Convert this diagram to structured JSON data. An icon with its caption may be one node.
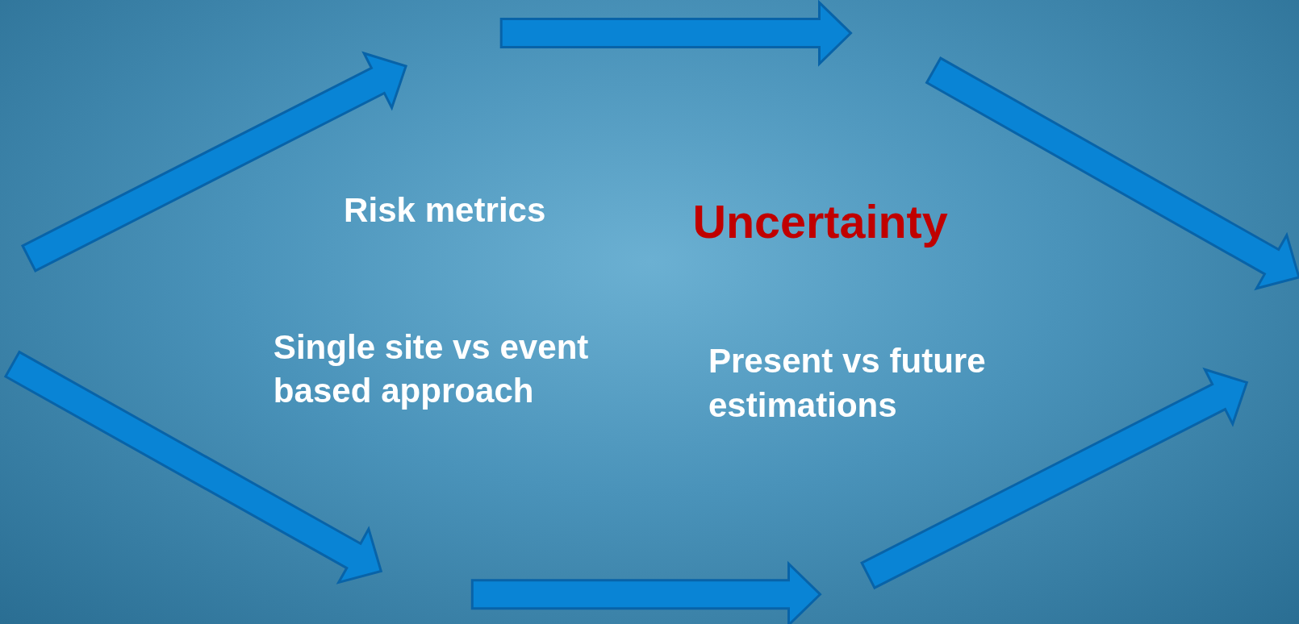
{
  "diagram": {
    "labels": [
      "Risk metrics",
      "Uncertainty",
      "Single site vs event based approach",
      "Present vs future estimations"
    ]
  }
}
